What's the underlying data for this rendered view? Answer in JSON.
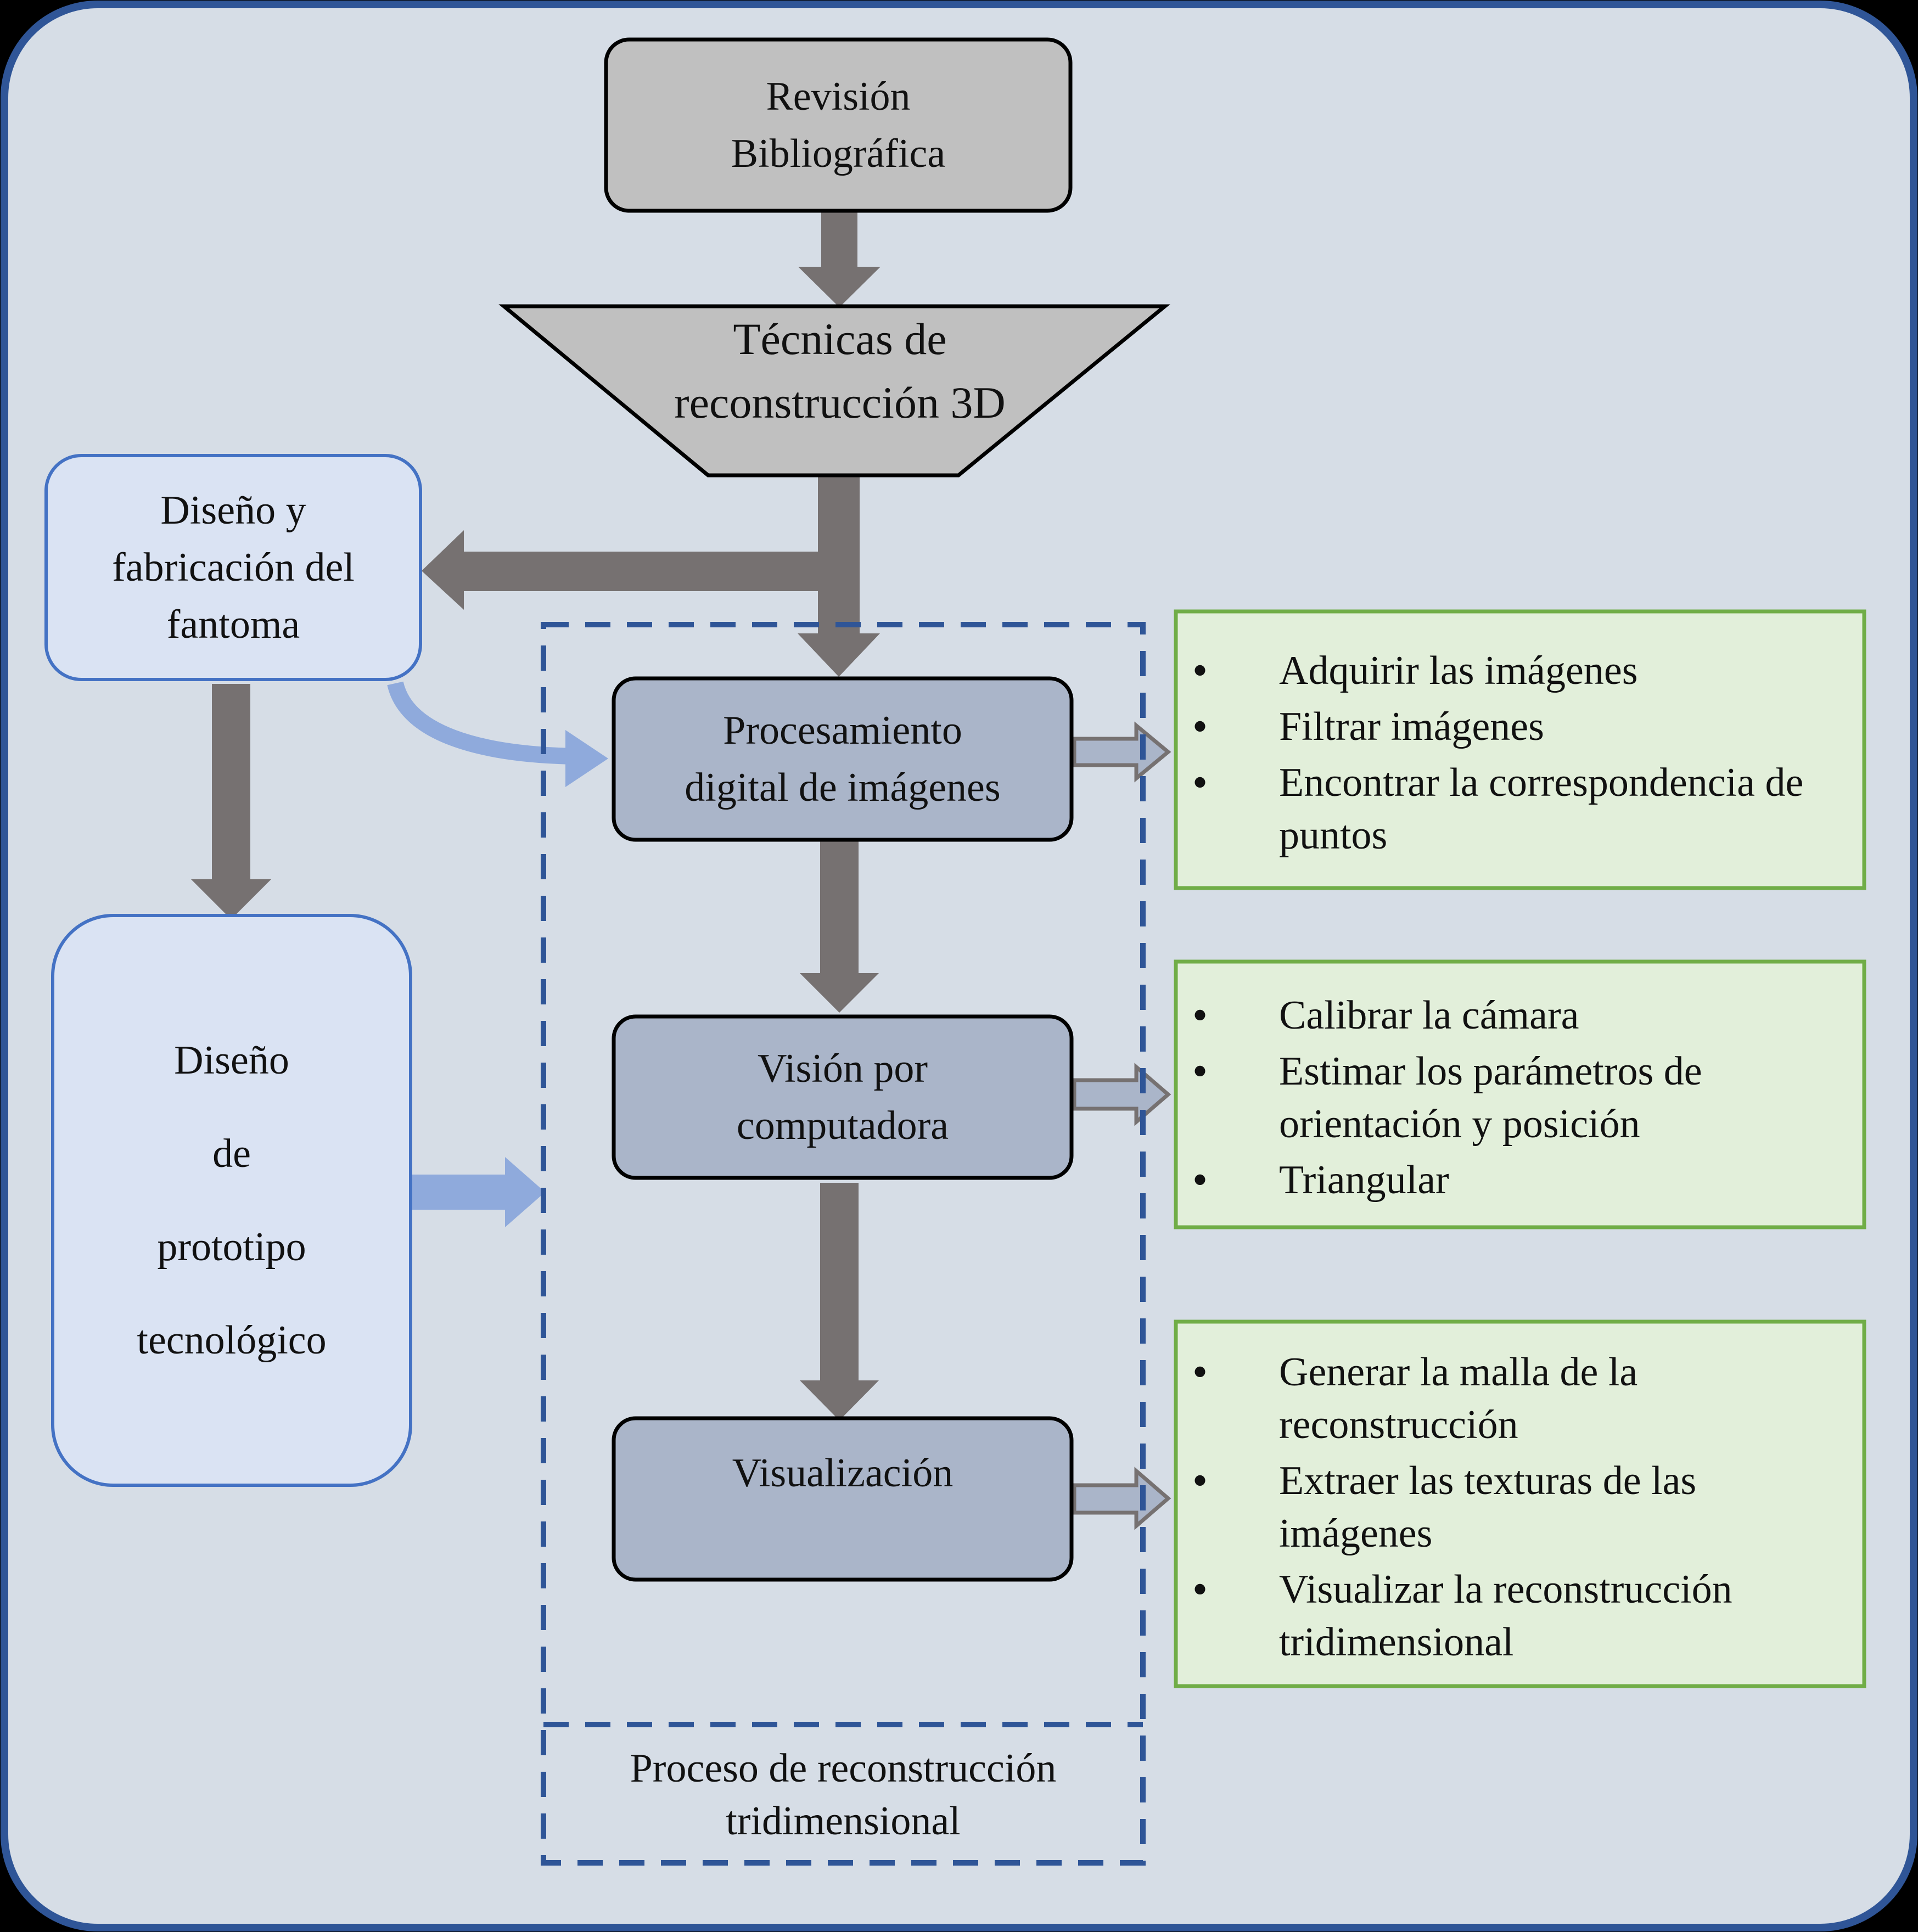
{
  "diagram": {
    "revision": {
      "line1": "Revisión",
      "line2": "Bibliográfica"
    },
    "tecnicas": {
      "line1": "Técnicas de",
      "line2": "reconstrucción 3D"
    },
    "fantoma": {
      "line1": "Diseño y",
      "line2": "fabricación del",
      "line3": "fantoma"
    },
    "prototipo": {
      "line1": "Diseño",
      "line2": "de",
      "line3": "prototipo",
      "line4": "tecnológico"
    },
    "procesamiento": {
      "line1": "Procesamiento",
      "line2": "digital de imágenes"
    },
    "vision": {
      "line1": "Visión por",
      "line2": "computadora"
    },
    "visualizacion": {
      "line1": "Visualización"
    },
    "proceso_label": {
      "line1": "Proceso de reconstrucción",
      "line2": "tridimensional"
    },
    "list_procesamiento": [
      "Adquirir las imágenes",
      "Filtrar imágenes",
      "Encontrar la correspondencia de puntos"
    ],
    "list_vision": [
      "Calibrar la cámara",
      "Estimar los parámetros de orientación y posición",
      "Triangular"
    ],
    "list_visualizacion": [
      "Generar la malla de la reconstrucción",
      "Extraer las texturas de las imágenes",
      "Visualizar la reconstrucción tridimensional"
    ]
  },
  "colors": {
    "background": "#d6dde6",
    "frame_border": "#2f5597",
    "gray_box": "#c0c0c0",
    "step_box": "#aab5c9",
    "light_blue_box": "#dae3f3",
    "light_blue_border": "#4472c4",
    "green_box": "#e2efda",
    "green_border": "#70ad47",
    "arrow_dark": "#767171",
    "arrow_blue": "#8faadc"
  }
}
